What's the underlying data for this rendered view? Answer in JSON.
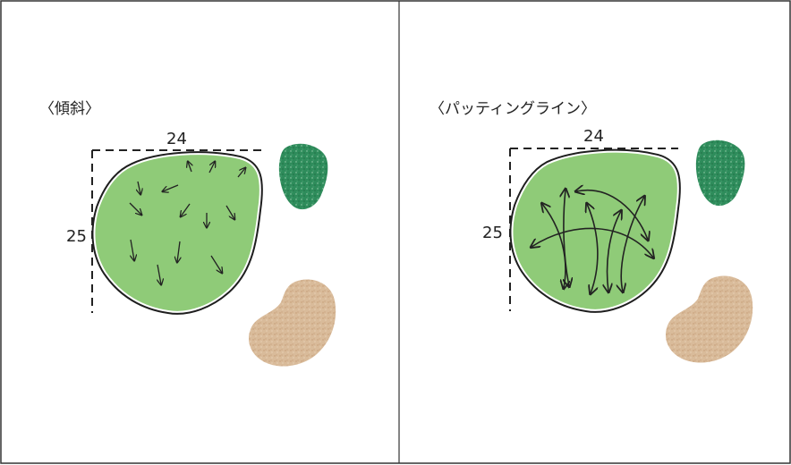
{
  "panels": [
    {
      "title": "〈傾斜〉",
      "width_label": "24",
      "height_label": "25"
    },
    {
      "title": "〈パッティングライン〉",
      "width_label": "24",
      "height_label": "25"
    }
  ],
  "colors": {
    "green_fill": "#8fcb78",
    "green_outline": "#1e1e1e",
    "bunker_fill": "#dcbfa0",
    "tree_fill": "#2f8a5c",
    "arrow": "#222222",
    "dash_line": "#222222"
  },
  "icons": {
    "slope_arrow": "small-arrow-icon",
    "putting_line": "curved-arrow-icon"
  }
}
